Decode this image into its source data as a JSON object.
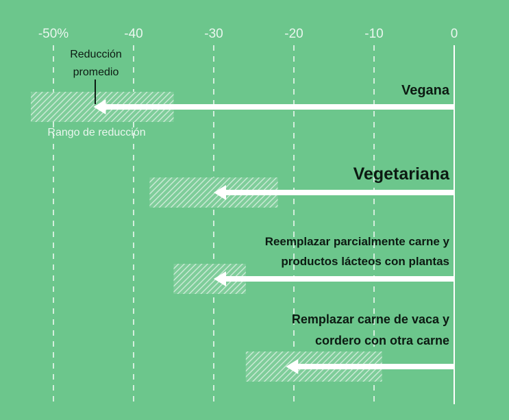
{
  "chart_data": {
    "type": "bar",
    "x_ticks": [
      {
        "value": -50,
        "label": "-50%"
      },
      {
        "value": -40,
        "label": "-40"
      },
      {
        "value": -30,
        "label": "-30"
      },
      {
        "value": -20,
        "label": "-20"
      },
      {
        "value": -10,
        "label": "-10"
      },
      {
        "value": 0,
        "label": "0"
      }
    ],
    "xlim": [
      -53,
      0
    ],
    "grid": true,
    "categories": [
      {
        "lines": [
          "Vegana"
        ],
        "average": -45,
        "range": [
          -53,
          -35
        ]
      },
      {
        "lines": [
          "Vegetariana"
        ],
        "average": -30,
        "range": [
          -38,
          -22
        ]
      },
      {
        "lines": [
          "Reemplazar parcialmente carne y",
          "productos lácteos con plantas"
        ],
        "average": -30,
        "range": [
          -35,
          -26
        ]
      },
      {
        "lines": [
          "Remplazar carne de vaca y",
          "cordero con otra carne"
        ],
        "average": -21,
        "range": [
          -26,
          -9
        ]
      }
    ],
    "annotations": {
      "average_label": [
        "Reducción",
        "promedio"
      ],
      "range_label": "Rango de reducción"
    }
  },
  "colors": {
    "background": "#6cc68c",
    "arrow": "#ffffff",
    "grid": "#d4eedd",
    "hatch": "#d4eedd",
    "text_dark": "#0c1a12",
    "text_light": "#e9f6ee"
  }
}
